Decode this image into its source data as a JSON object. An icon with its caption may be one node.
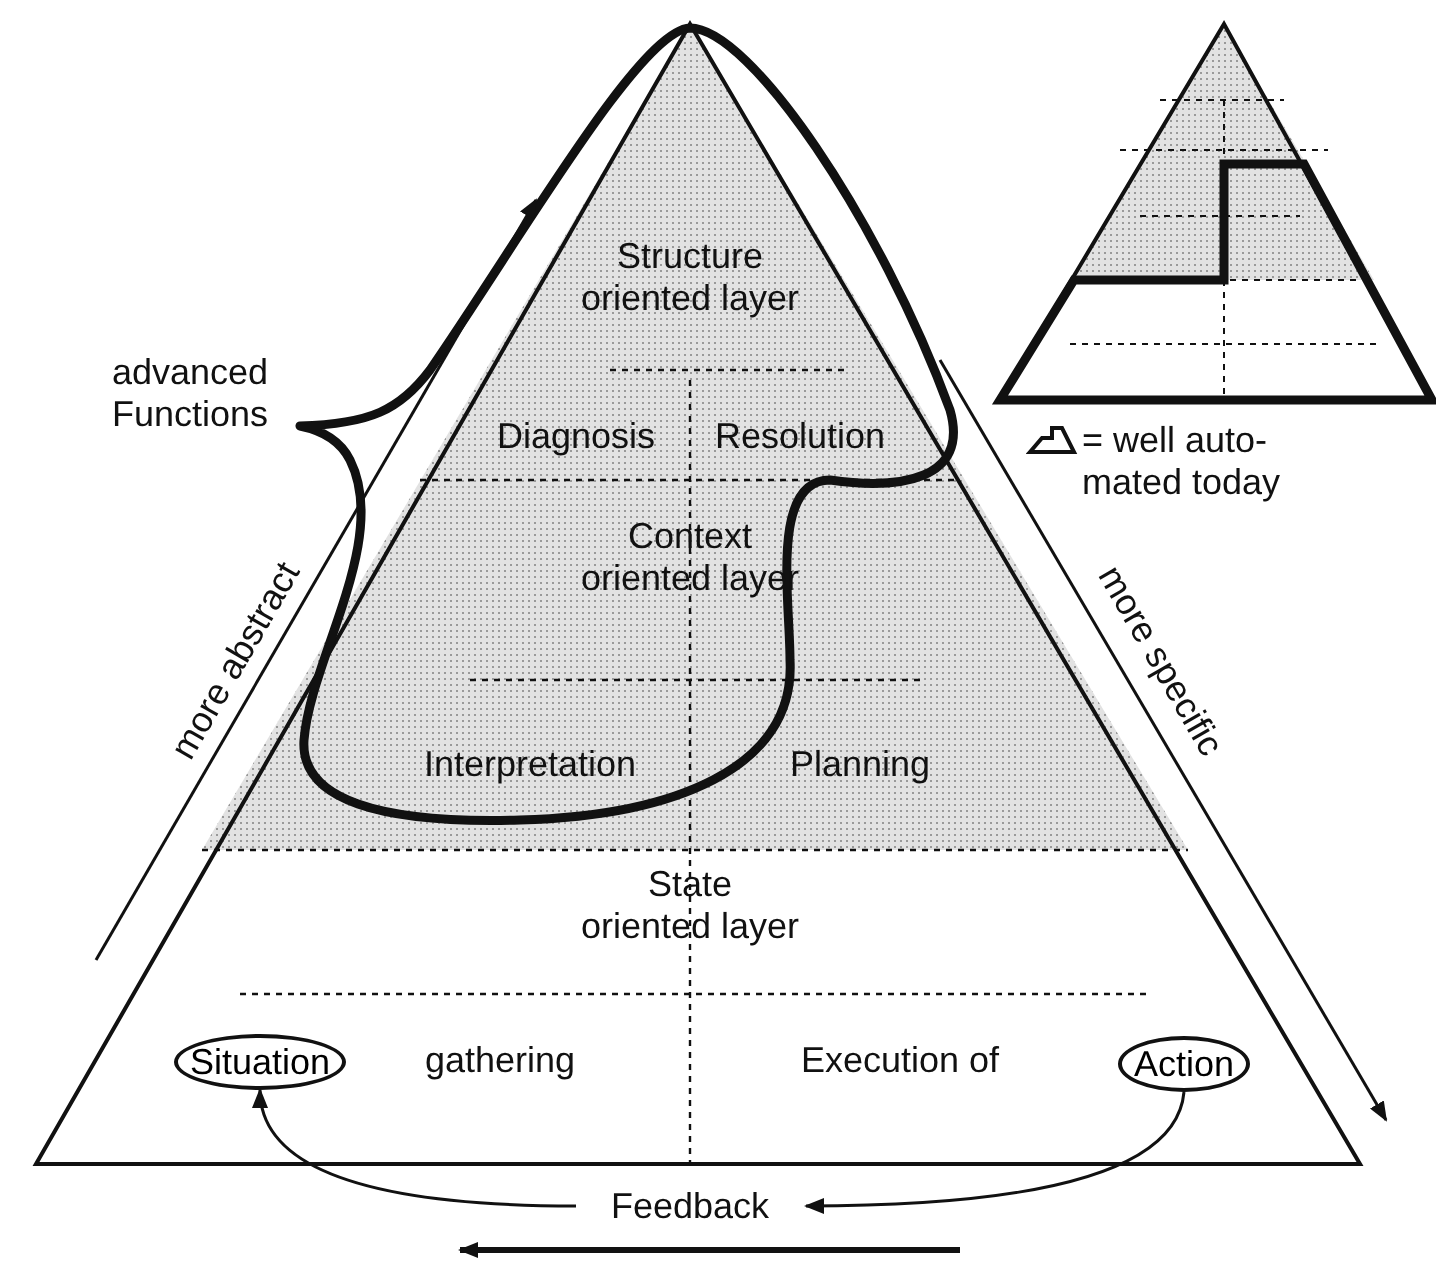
{
  "diagram": {
    "nodes": [
      {
        "text": [
          "Situation"
        ]
      },
      {
        "text": [
          "Action"
        ]
      },
      {
        "text": [
          "Feedback"
        ]
      }
    ],
    "edges": [
      {
        "from": 1,
        "to": 2,
        "arrow": "to"
      },
      {
        "from": 2,
        "to": 0,
        "arrow": "to"
      }
    ],
    "labels": [
      "Structure oriented layer",
      "advanced Functions",
      "Diagnosis",
      "Resolution",
      "Context oriented layer",
      "more abstract",
      "more specific",
      "Interpretation",
      "Planning",
      "State oriented layer",
      "gathering",
      "Execution of"
    ],
    "legend": [
      {
        "text": "= well auto- mated today"
      }
    ]
  }
}
